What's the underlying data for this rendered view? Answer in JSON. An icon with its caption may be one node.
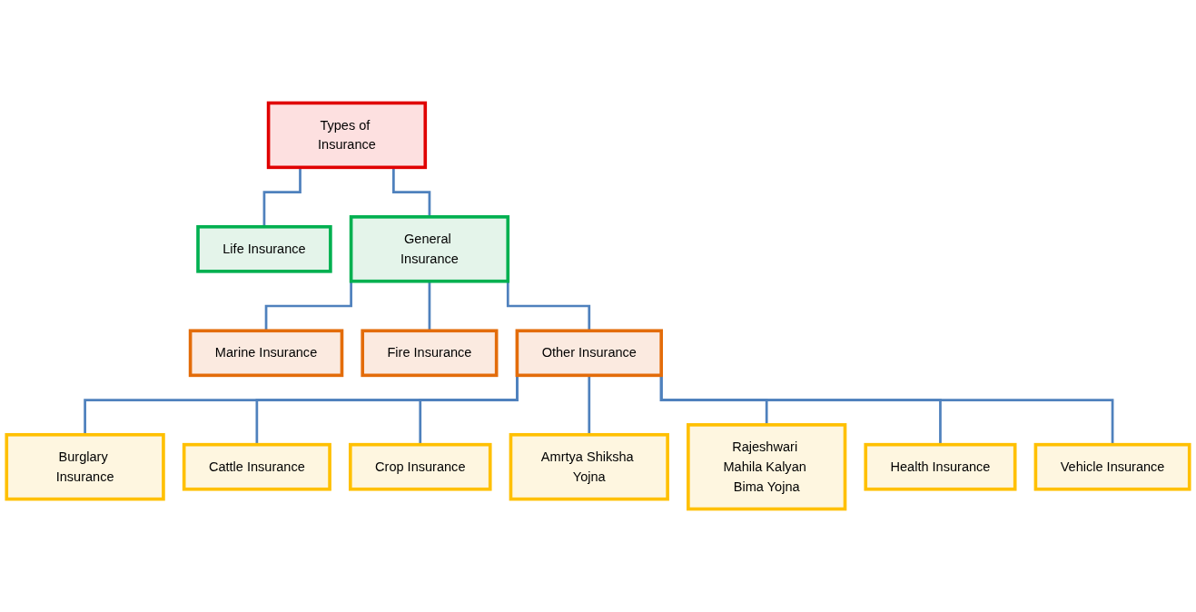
{
  "diagram": {
    "nodes": [
      {
        "text": [
          "Types of Insurance"
        ]
      },
      {
        "text": [
          "Life Insurance"
        ]
      },
      {
        "text": [
          "General Insurance"
        ]
      },
      {
        "text": [
          "Marine Insurance"
        ]
      },
      {
        "text": [
          "Fire Insurance"
        ]
      },
      {
        "text": [
          "Other Insurance"
        ]
      },
      {
        "text": [
          "Burglary Insurance"
        ]
      },
      {
        "text": [
          "Cattle Insurance"
        ]
      },
      {
        "text": [
          "Crop Insurance"
        ]
      },
      {
        "text": [
          "Amrtya Shiksha Yojna"
        ]
      },
      {
        "text": [
          "Rajeshwari Mahila Kalyan Bima Yojna"
        ]
      },
      {
        "text": [
          "Health Insurance"
        ]
      },
      {
        "text": [
          "Vehicle Insurance"
        ]
      }
    ],
    "edges": [
      {
        "from": 0,
        "to": 1,
        "arrow": "none"
      },
      {
        "from": 0,
        "to": 2,
        "arrow": "none"
      },
      {
        "from": 2,
        "to": 3,
        "arrow": "none"
      },
      {
        "from": 2,
        "to": 4,
        "arrow": "none"
      },
      {
        "from": 2,
        "to": 5,
        "arrow": "none"
      },
      {
        "from": 5,
        "to": 6,
        "arrow": "none"
      },
      {
        "from": 5,
        "to": 7,
        "arrow": "none"
      },
      {
        "from": 5,
        "to": 8,
        "arrow": "none"
      },
      {
        "from": 5,
        "to": 9,
        "arrow": "none"
      },
      {
        "from": 5,
        "to": 10,
        "arrow": "none"
      },
      {
        "from": 5,
        "to": 11,
        "arrow": "none"
      },
      {
        "from": 5,
        "to": 12,
        "arrow": "none"
      }
    ]
  }
}
